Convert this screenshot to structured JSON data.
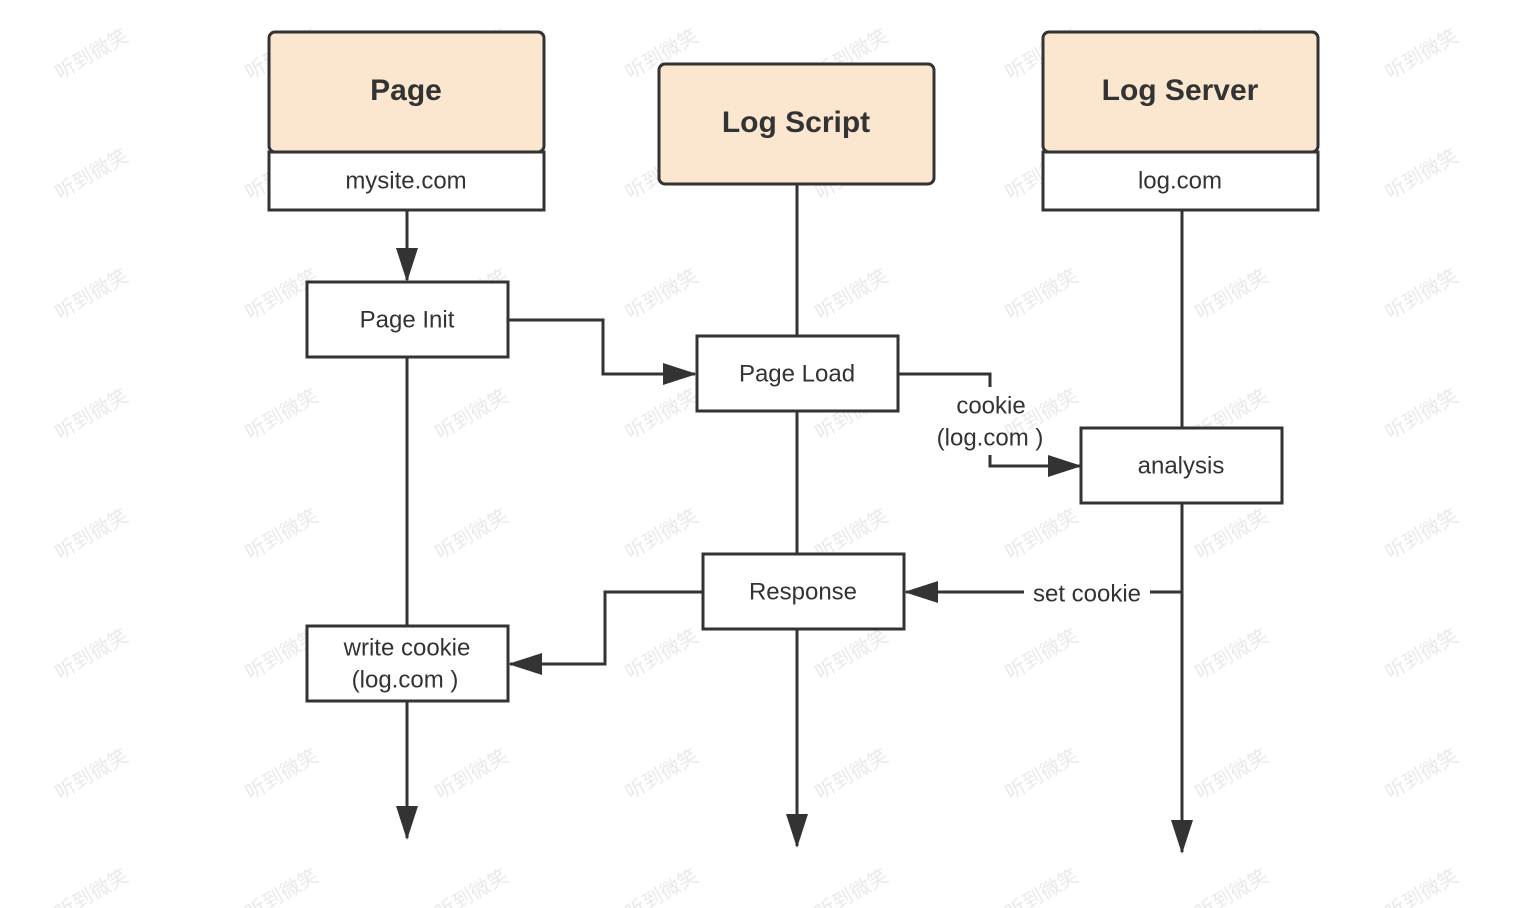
{
  "colors": {
    "header_fill": "#FBE6D0",
    "stroke": "#333333",
    "text": "#333333",
    "background": "#FFFFFF"
  },
  "lanes": [
    {
      "id": "page",
      "title": "Page",
      "subtitle": "mysite.com"
    },
    {
      "id": "script",
      "title": "Log Script",
      "subtitle": ""
    },
    {
      "id": "server",
      "title": "Log Server",
      "subtitle": "log.com"
    }
  ],
  "steps": {
    "page_init": "Page Init",
    "page_load": "Page Load",
    "analysis": "analysis",
    "response": "Response",
    "write_cookie_line1": "write cookie",
    "write_cookie_line2": "(log.com )"
  },
  "edge_labels": {
    "cookie_line1": "cookie",
    "cookie_line2": "(log.com )",
    "set_cookie": "set cookie"
  },
  "watermark": "听到微笑"
}
